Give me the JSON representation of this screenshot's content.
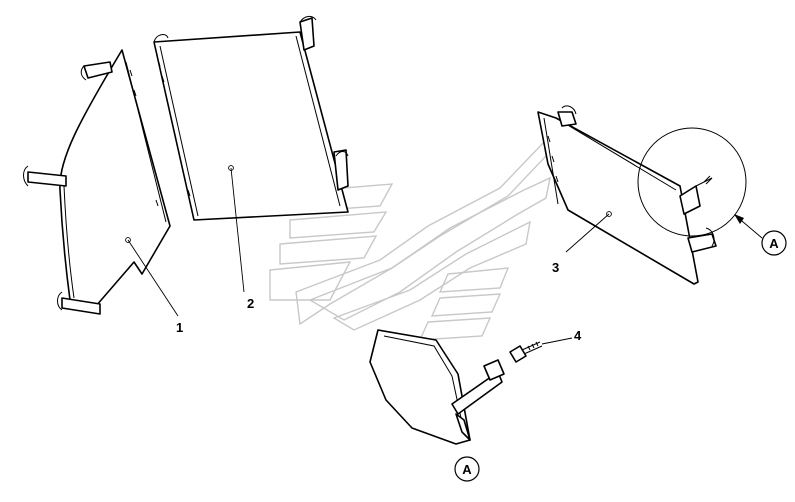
{
  "callouts": {
    "part1": "1",
    "part2": "2",
    "part3": "3",
    "part4": "4",
    "detail_ref": "A",
    "detail_view": "A"
  }
}
